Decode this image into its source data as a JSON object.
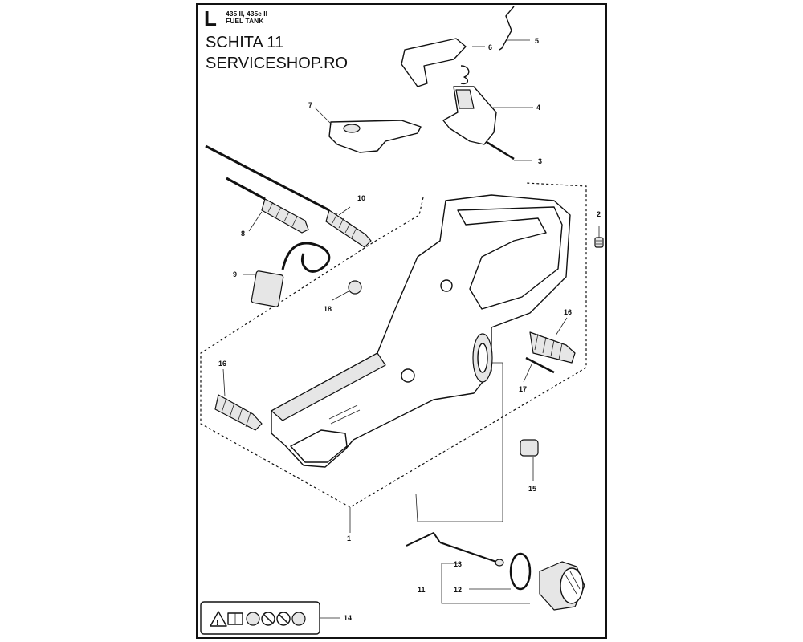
{
  "header": {
    "section_letter": "L",
    "model_line": "435 II, 435e II",
    "assembly_name": "FUEL TANK",
    "sheet_title": "SCHITA 11",
    "shop_name": "SERVICESHOP.RO"
  },
  "callouts": [
    "1",
    "2",
    "3",
    "4",
    "5",
    "6",
    "7",
    "8",
    "9",
    "10",
    "11",
    "12",
    "13",
    "14",
    "15",
    "16",
    "16",
    "17",
    "18"
  ],
  "icons": [
    "warning-triangle-icon",
    "read-manual-icon",
    "ear-eye-protection-icon",
    "no-smoking-icon",
    "no-open-flame-icon",
    "fire-hazard-icon"
  ]
}
